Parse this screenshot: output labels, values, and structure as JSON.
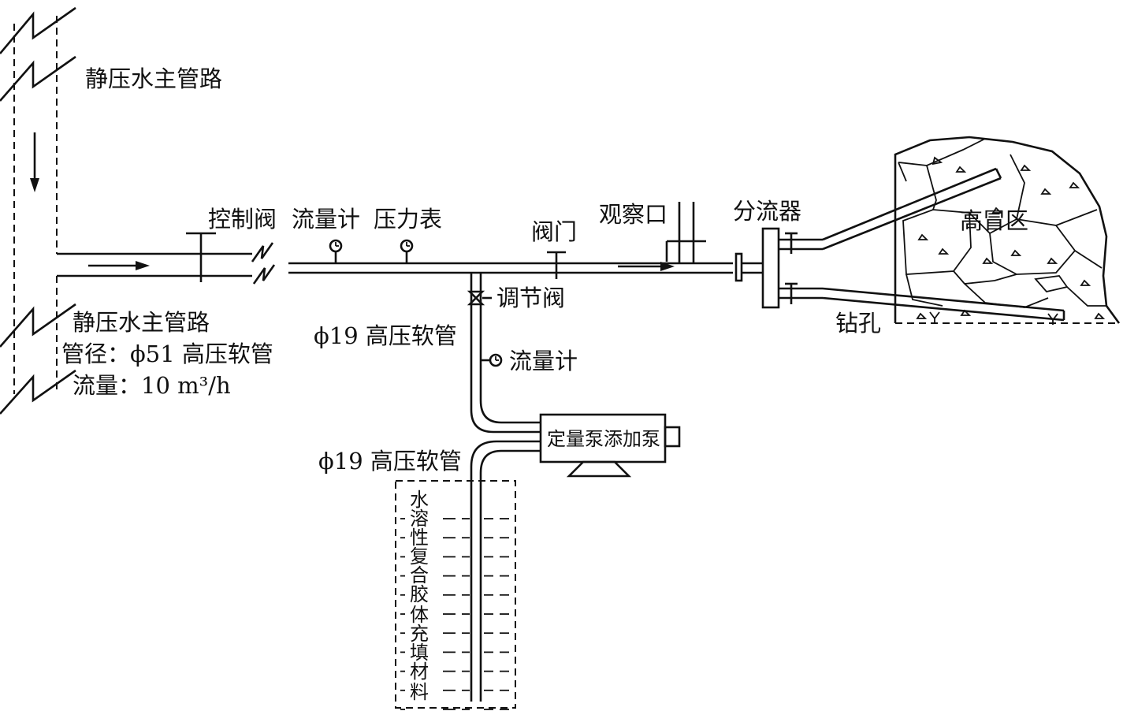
{
  "labels": {
    "main_pipe_top": "静压水主管路",
    "main_pipe_bottom": "静压水主管路",
    "pipe_diameter_prefix": "管径：",
    "pipe_diameter_value": "ϕ51 高压软管",
    "flow_prefix": "流量：",
    "flow_value": "10 m³/h",
    "control_valve": "控制阀",
    "flow_meter_top": "流量计",
    "pressure_gauge": "压力表",
    "valve": "阀门",
    "observation_port": "观察口",
    "splitter": "分流器",
    "high_roof_zone": "高冒区",
    "borehole": "钻孔",
    "regulating_valve": "调节阀",
    "hose_upper": "ϕ19 高压软管",
    "flow_meter_branch": "流量计",
    "pump": "定量泵添加泵",
    "hose_lower": "ϕ19 高压软管"
  },
  "tank_chars": [
    "水",
    "溶",
    "性",
    "复",
    "合",
    "胶",
    "体",
    "充",
    "填",
    "材",
    "料"
  ]
}
